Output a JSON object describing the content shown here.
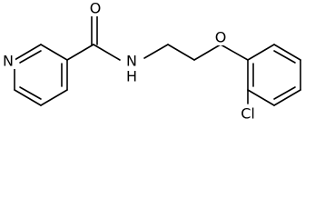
{
  "molecule": {
    "atoms": {
      "n_pyridine": "N",
      "o_carbonyl": "O",
      "n_amide": "N",
      "h_amide": "H",
      "o_ether": "O",
      "cl": "Cl"
    }
  },
  "colors": {
    "bond": "#000000",
    "text": "#000000",
    "background": "#ffffff"
  }
}
